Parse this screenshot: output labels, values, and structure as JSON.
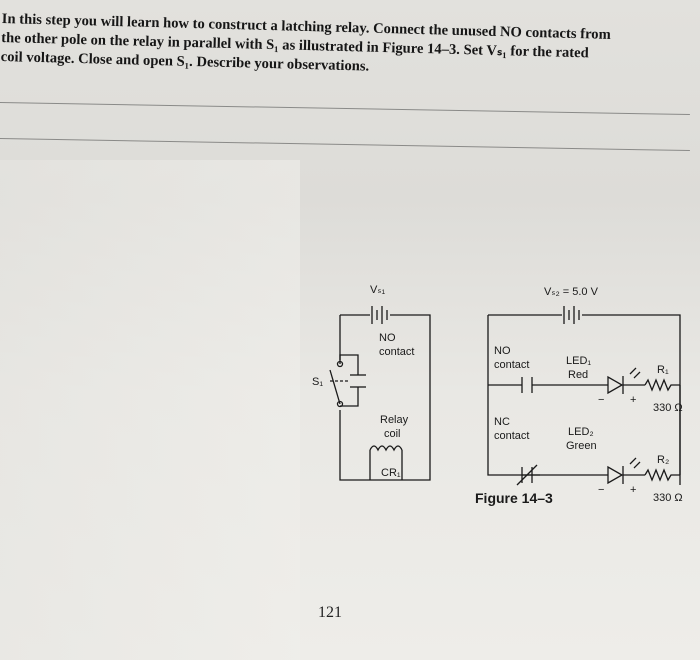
{
  "instructions": [
    "In this step you will learn how to construct a latching relay. Connect the unused NO contacts from",
    "the other pole on the relay in parallel with S₁ as illustrated in Figure 14–3. Set Vₛ₁ for the rated",
    "coil voltage. Close and open S₁. Describe your observations."
  ],
  "figure": {
    "caption": "Figure 14–3",
    "left_circuit": {
      "source": "Vₛ₁",
      "switch": "S₁",
      "no_contact": [
        "NO",
        "contact"
      ],
      "relay_coil": [
        "Relay",
        "coil"
      ],
      "relay_name": "CR₁"
    },
    "right_circuit": {
      "source": "Vₛ₂ = 5.0 V",
      "no_contact": [
        "NO",
        "contact"
      ],
      "nc_contact": [
        "NC",
        "contact"
      ],
      "led1": [
        "LED₁",
        "Red"
      ],
      "led2": [
        "LED₂",
        "Green"
      ],
      "r1": "R₁",
      "r1_value": "330 Ω",
      "r2": "R₂",
      "r2_value": "330 Ω",
      "plus": "+",
      "minus": "−"
    }
  },
  "page_number": "121"
}
